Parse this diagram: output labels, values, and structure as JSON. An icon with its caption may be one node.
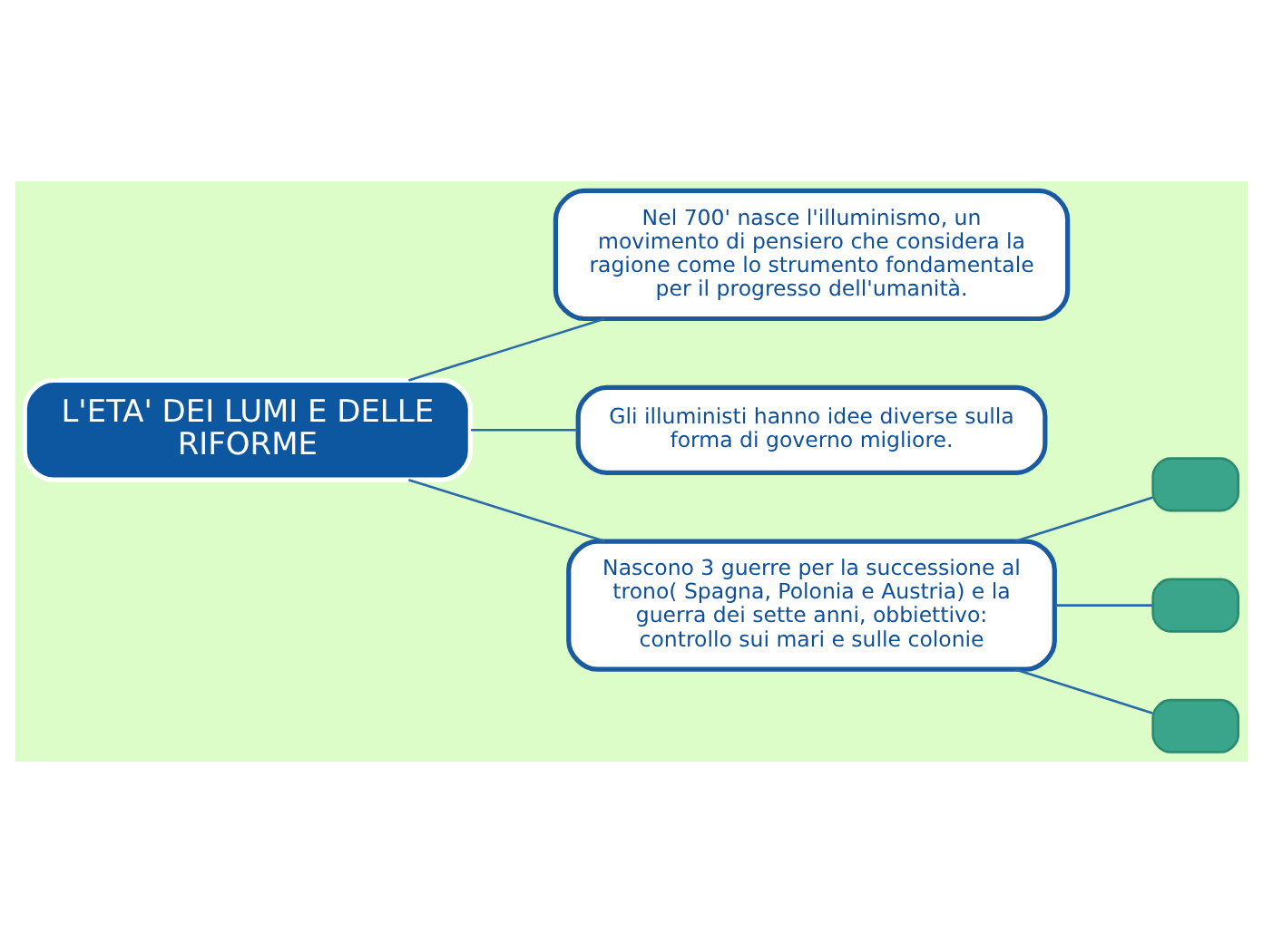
{
  "diagram": {
    "nodes": [
      {
        "text": [
          "L'ETA' DEI LUMI E DELLE RIFORME"
        ]
      },
      {
        "text": [
          "Nel 700' nasce l'illuminismo, un movimento di pensiero che considera la ragione come lo strumento fondamentale per il progresso dell'umanità."
        ]
      },
      {
        "text": [
          "Gli illuministi hanno idee diverse sulla forma di governo migliore."
        ]
      },
      {
        "text": [
          "Nascono 3 guerre per la successione al trono( Spagna, Polonia e Austria) e la guerra dei sette anni, obbiettivo: controllo sui mari e sulle colonie"
        ]
      },
      {
        "text": [],
        "shape": "box"
      },
      {
        "text": [],
        "shape": "box"
      },
      {
        "text": [],
        "shape": "box"
      }
    ],
    "edges": [
      {
        "from": 0,
        "to": 1,
        "arrow": "none"
      },
      {
        "from": 0,
        "to": 2,
        "arrow": "none"
      },
      {
        "from": 0,
        "to": 3,
        "arrow": "none"
      },
      {
        "from": 3,
        "to": 4,
        "arrow": "none"
      },
      {
        "from": 3,
        "to": 5,
        "arrow": "none"
      },
      {
        "from": 3,
        "to": 6,
        "arrow": "none"
      }
    ]
  }
}
